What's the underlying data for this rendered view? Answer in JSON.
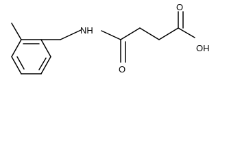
{
  "structure": {
    "atoms": {
      "amine_label": "NH",
      "carbonyl_o_label": "O",
      "acid_o_label": "O",
      "hydroxyl_label": "OH"
    }
  }
}
